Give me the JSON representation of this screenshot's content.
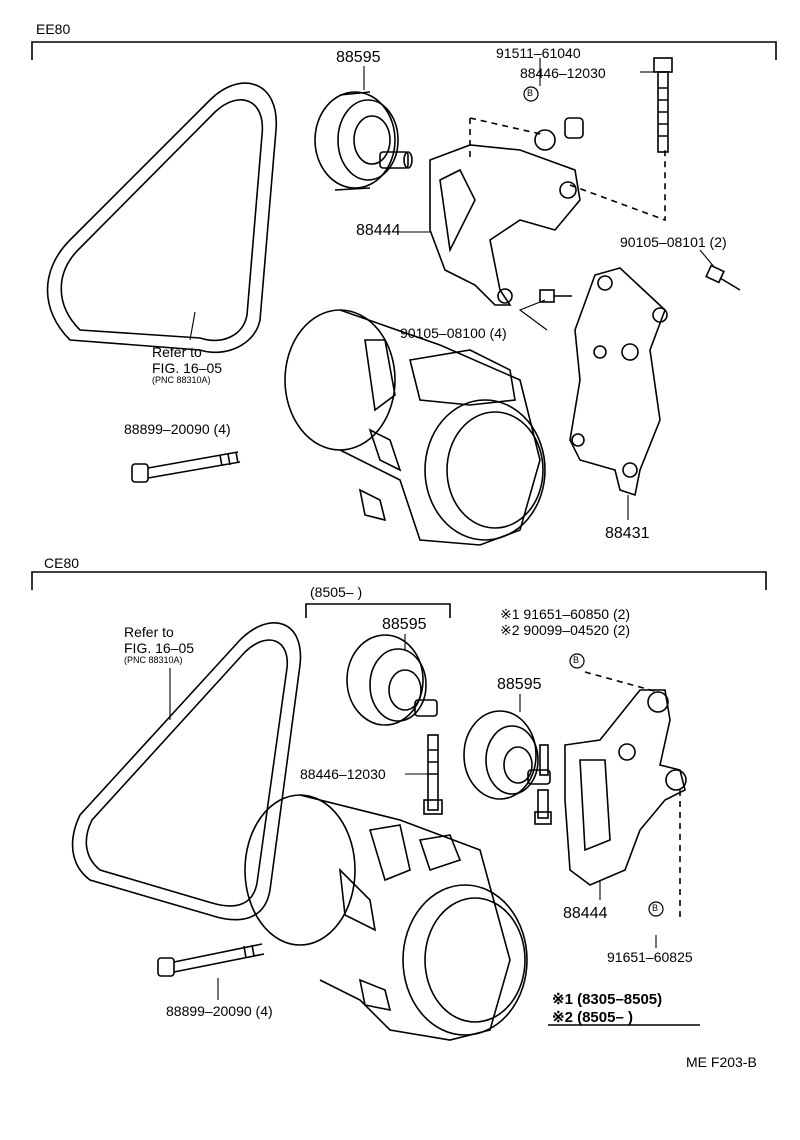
{
  "sections": {
    "top": "EE80",
    "bottom": "CE80"
  },
  "top_labels": {
    "idler_pulley": "88595",
    "bolt_b": "91511–61040",
    "bolt_long": "88446–12030",
    "bracket": "88444",
    "bolt_2": "90105–08101 (2)",
    "bolt_4": "90105–08100 (4)",
    "refer_1": "Refer to",
    "refer_2": "FIG. 16–05",
    "refer_pnc": "(PNC 88310A)",
    "stud_bolt": "88899–20090 (4)",
    "compressor_bracket": "88431"
  },
  "bottom_labels": {
    "date_range": "(8505–           )",
    "refer_1": "Refer to",
    "refer_2": "FIG. 16–05",
    "refer_pnc": "(PNC 88310A)",
    "idler_pulley_1": "88595",
    "idler_pulley_2": "88595",
    "note1_code": "※1  91651–60850 (2)",
    "note2_code": "※2  90099–04520 (2)",
    "bolt_long": "88446–12030",
    "bracket": "88444",
    "bolt_b": "91651–60825",
    "stud_bolt": "88899–20090 (4)",
    "legend_1": "※1 (8305–8505)",
    "legend_2": "※2 (8505–          )"
  },
  "marker": "B",
  "figure_code": "ME F203-B"
}
